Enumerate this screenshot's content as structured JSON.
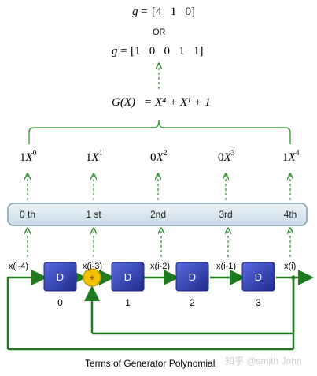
{
  "equations": {
    "g1_lhs": "g",
    "g1_rhs": "[4   1   0]",
    "or_text": "OR",
    "g2_lhs": "g",
    "g2_rhs": "[1   0   0   1   1]",
    "G_lhs": "G(X)",
    "G_rhs": "X⁴ + X¹ + 1"
  },
  "terms": [
    {
      "coef": "1",
      "var": "X",
      "exp": "0"
    },
    {
      "coef": "1",
      "var": "X",
      "exp": "1"
    },
    {
      "coef": "0",
      "var": "X",
      "exp": "2"
    },
    {
      "coef": "0",
      "var": "X",
      "exp": "3"
    },
    {
      "coef": "1",
      "var": "X",
      "exp": "4"
    }
  ],
  "ordinals": [
    "0 th",
    "1 st",
    "2nd",
    "3rd",
    "4th"
  ],
  "signal_labels": [
    "x(i-4)",
    "x(i-3)",
    "x(i-2)",
    "x(i-1)",
    "x(i)"
  ],
  "delay_blocks": [
    {
      "label": "D",
      "index": "0"
    },
    {
      "label": "D",
      "index": "1"
    },
    {
      "label": "D",
      "index": "2"
    },
    {
      "label": "D",
      "index": "3"
    }
  ],
  "xor_symbol": "+",
  "caption": "Terms of Generator Polynomial",
  "watermark": "知乎 @smith John",
  "colors": {
    "arrow_green": "#1f7a1f",
    "dashed_green": "#2e8b2e",
    "block_blue": "#2f3fa8",
    "xor_yellow": "#f2c200",
    "panel_fill": "#dde8f0",
    "panel_stroke": "#7aa0b8"
  }
}
